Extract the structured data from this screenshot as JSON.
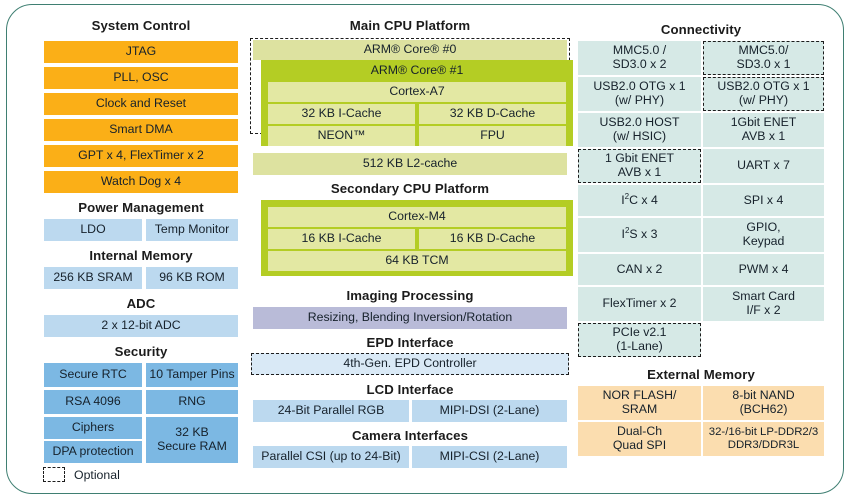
{
  "diagram": {
    "legend": {
      "optional_label": "Optional",
      "swatch_name": "dashed-optional-swatch"
    },
    "colors": {
      "frame_border": "#3f7f72",
      "system_control": "#fbaf17",
      "light_blue": "#bcd9ef",
      "security_blue": "#7cb8e3",
      "cpu_green": "#b4cd24",
      "cpu_light_green": "#e3e8a3",
      "connectivity_teal": "#d6e9e6",
      "external_memory_peach": "#fbddaf",
      "imaging_lavender": "#b9bbd8",
      "epd_blue": "#d9e9f6"
    }
  },
  "left": {
    "system_control": {
      "title": "System Control",
      "items": [
        "JTAG",
        "PLL, OSC",
        "Clock and Reset",
        "Smart DMA",
        "GPT x 4, FlexTimer x 2",
        "Watch Dog x 4"
      ]
    },
    "power_management": {
      "title": "Power Management",
      "items": [
        "LDO",
        "Temp Monitor"
      ]
    },
    "internal_memory": {
      "title": "Internal Memory",
      "items": [
        "256 KB SRAM",
        "96 KB ROM"
      ]
    },
    "adc": {
      "title": "ADC",
      "items": [
        "2 x 12-bit ADC"
      ]
    },
    "security": {
      "title": "Security",
      "items": [
        "Secure RTC",
        "10 Tamper Pins",
        "RSA 4096",
        "RNG",
        "Ciphers",
        "DPA protection",
        "32 KB\nSecure RAM"
      ]
    }
  },
  "middle": {
    "main_cpu": {
      "title": "Main CPU Platform",
      "core0_label": "ARM® Core® #0",
      "core0_optional": true,
      "core1_label": "ARM® Core® #1",
      "core1_items": [
        "Cortex-A7",
        "32 KB I-Cache",
        "32 KB D-Cache",
        "NEON™",
        "FPU"
      ],
      "l2_cache": "512 KB L2-cache"
    },
    "secondary_cpu": {
      "title": "Secondary CPU Platform",
      "items": [
        "Cortex-M4",
        "16 KB I-Cache",
        "16 KB D-Cache",
        "64 KB TCM"
      ]
    },
    "imaging": {
      "title": "Imaging Processing",
      "items": [
        "Resizing, Blending Inversion/Rotation"
      ]
    },
    "epd": {
      "title": "EPD Interface",
      "items": [
        "4th-Gen. EPD Controller"
      ],
      "optional": true
    },
    "lcd": {
      "title": "LCD Interface",
      "items": [
        "24-Bit Parallel RGB",
        "MIPI-DSI (2-Lane)"
      ]
    },
    "camera": {
      "title": "Camera Interfaces",
      "items": [
        "Parallel CSI (up to 24-Bit)",
        "MIPI-CSI (2-Lane)"
      ]
    }
  },
  "right": {
    "connectivity": {
      "title": "Connectivity",
      "items": [
        {
          "label": "MMC5.0 /\nSD3.0 x 2",
          "optional": false
        },
        {
          "label": "MMC5.0/\nSD3.0 x 1",
          "optional": true
        },
        {
          "label": "USB2.0 OTG x 1\n(w/ PHY)",
          "optional": false
        },
        {
          "label": "USB2.0 OTG x 1\n(w/ PHY)",
          "optional": true
        },
        {
          "label": "USB2.0 HOST\n(w/ HSIC)",
          "optional": false
        },
        {
          "label": "1Gbit ENET\nAVB x 1",
          "optional": false
        },
        {
          "label": "1 Gbit ENET\nAVB x 1",
          "optional": true
        },
        {
          "label": "UART x 7",
          "optional": false
        },
        {
          "label": "I²C x 4",
          "optional": false
        },
        {
          "label": "SPI x 4",
          "optional": false
        },
        {
          "label": "I²S x 3",
          "optional": false
        },
        {
          "label": "GPIO,\nKeypad",
          "optional": false
        },
        {
          "label": "CAN x 2",
          "optional": false
        },
        {
          "label": "PWM x 4",
          "optional": false
        },
        {
          "label": "FlexTimer x 2",
          "optional": false
        },
        {
          "label": "Smart Card\nI/F x 2",
          "optional": false
        },
        {
          "label": "PCIe v2.1\n(1-Lane)",
          "optional": true
        }
      ]
    },
    "external_memory": {
      "title": "External Memory",
      "items": [
        "NOR FLASH/\nSRAM",
        "8-bit NAND\n(BCH62)",
        "Dual-Ch\nQuad SPI",
        "32-/16-bit LP-DDR2/3\nDDR3/DDR3L"
      ]
    }
  }
}
